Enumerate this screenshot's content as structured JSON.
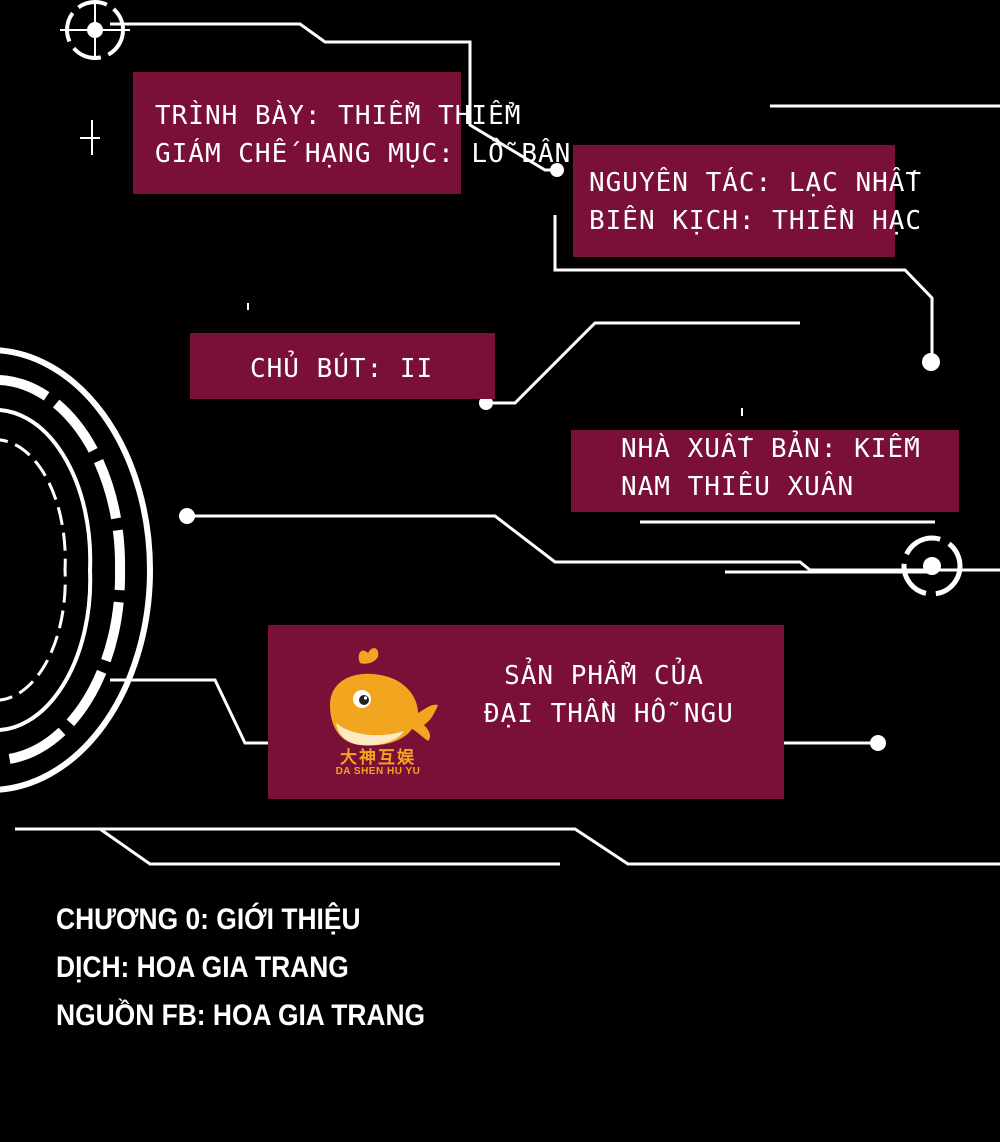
{
  "credits": {
    "presenter": "TRÌNH BÀY: THIỂM THIỂM",
    "supervisor": "GIÁM CHẾ HẠNG MỤC: LỖ BÂN"
  },
  "author": {
    "original": "NGUYÊN TÁC: LẠC NHẤT",
    "screenwriter": "BIÊN KỊCH: THIỀN HẠC"
  },
  "pen": {
    "main_artist": "CHỦ BÚT: II"
  },
  "publisher": {
    "line1": "NHÀ XUẤT BẢN:  KIẾM",
    "line2": "NAM THIÊU XUÂN"
  },
  "product": {
    "line1": "SẢN PHẨM CỦA",
    "line2": "ĐẠI THẦN HỖ NGU",
    "logo_cn": "大神互娱",
    "logo_en": "DA SHEN HU YU",
    "logo_icon": "whale-icon",
    "logo_color": "#f2a51e"
  },
  "info": {
    "chapter": "CHƯƠNG 0: GIỚI THIỆU",
    "translator": "DỊCH: HOA GIA TRANG",
    "source": "NGUỒN FB: HOA GIA TRANG"
  },
  "colors": {
    "background": "#000000",
    "box": "#7a1038",
    "lines": "#ffffff"
  }
}
